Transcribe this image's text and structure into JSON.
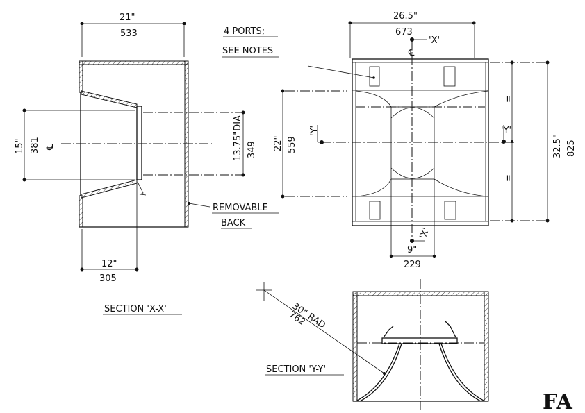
{
  "section_xx": {
    "width_in": "21\"",
    "width_mm": "533",
    "mouth_in": "15\"",
    "mouth_mm": "381",
    "throat_in": "13.75\"DIA",
    "throat_mm": "349",
    "depth_in": "12\"",
    "depth_mm": "305",
    "removable_1": "REMOVABLE",
    "removable_2": "BACK",
    "centerline": "℄",
    "title": "SECTION 'X-X'"
  },
  "front_view": {
    "ports_1": "4 PORTS;",
    "ports_2": "SEE NOTES",
    "width_in": "26.5\"",
    "width_mm": "673",
    "x_marker_top": "'X'",
    "x_marker_bottom": "'X'",
    "y_marker_left": "'Y'",
    "y_marker_right": "'Y'",
    "mouth_in": "22\"",
    "mouth_mm": "559",
    "height_in": "32.5\"",
    "height_mm": "825",
    "throat_in": "9\"",
    "throat_mm": "229",
    "equal_mark": "=",
    "centerline": "℄"
  },
  "section_yy": {
    "radius_in": "30\" RAD",
    "radius_mm": "762",
    "title": "SECTION 'Y-Y'"
  },
  "logo": "FA"
}
